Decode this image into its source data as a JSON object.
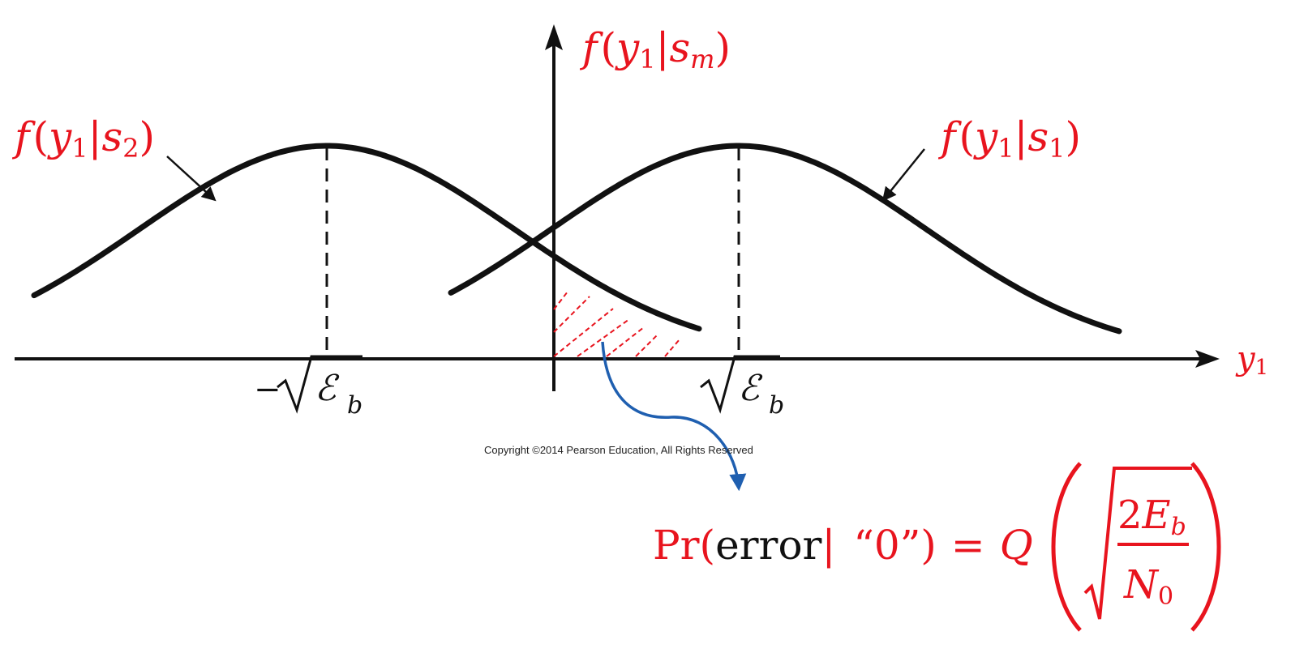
{
  "colors": {
    "curve": "#111111",
    "label": "#e8141e",
    "hatch": "#e8141e",
    "arrow": "#1f5fb0",
    "formula_black": "#111111"
  },
  "axis": {
    "y_label": {
      "f": "f",
      "open": "(",
      "y": "y",
      "sub": "1",
      "bar": "|",
      "s": "s",
      "ssub": "m",
      "close": ")"
    },
    "x_label": {
      "y": "y",
      "sub": "1"
    }
  },
  "curves": [
    {
      "id": "s2",
      "label": {
        "f": "f",
        "open": "(",
        "y": "y",
        "sub": "1",
        "bar": "|",
        "s": "s",
        "ssub": "2",
        "close": ")"
      }
    },
    {
      "id": "s1",
      "label": {
        "f": "f",
        "open": "(",
        "y": "y",
        "sub": "1",
        "bar": "|",
        "s": "s",
        "ssub": "1",
        "close": ")"
      }
    }
  ],
  "ticks": {
    "left": {
      "sign": "−",
      "sym": "ℰ",
      "sub": "b"
    },
    "right": {
      "sym": "ℰ",
      "sub": "b"
    }
  },
  "copyright": "Copyright ©2014 Pearson Education, All Rights Reserved",
  "formula": {
    "pr": "Pr",
    "open": "(",
    "error": "error",
    "bar": "|",
    "zero": "“0”",
    "close": ")",
    "eq": "=",
    "q": "Q",
    "num_coef": "2",
    "num_var": "E",
    "num_sub": "b",
    "den_var": "N",
    "den_sub": "0"
  }
}
